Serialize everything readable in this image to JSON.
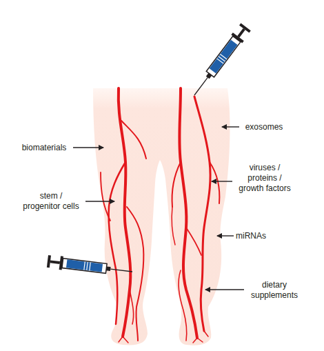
{
  "diagram": {
    "labels": [
      "exosomes",
      "biomaterials",
      "viruses / proteins / growth factors",
      "stem / progenitor cells",
      "miRNAs",
      "dietary supplements"
    ]
  }
}
